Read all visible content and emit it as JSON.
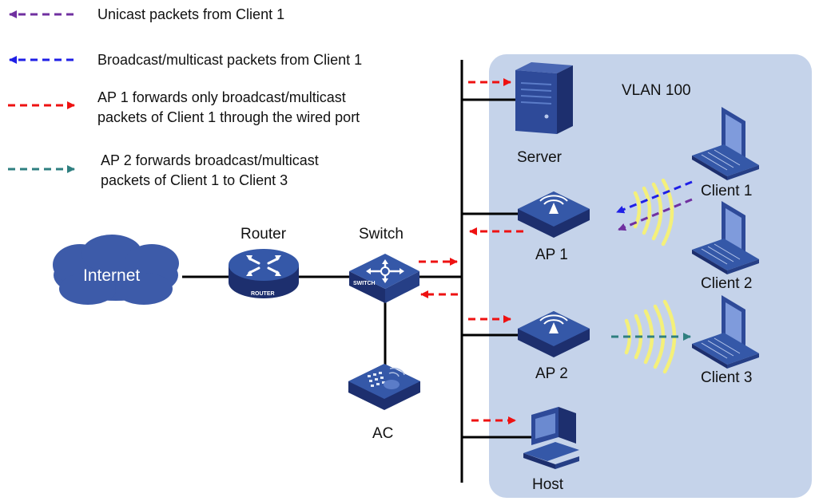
{
  "legend": [
    {
      "text_lines": [
        "Unicast packets from Client 1"
      ],
      "color": "#7030a0",
      "direction": "left"
    },
    {
      "text_lines": [
        "Broadcast/multicast packets from Client 1"
      ],
      "color": "#1f1fe6",
      "direction": "left"
    },
    {
      "text_lines": [
        "AP 1 forwards only broadcast/multicast",
        "packets of Client 1 through the wired port"
      ],
      "color": "#ee1111",
      "direction": "right"
    },
    {
      "text_lines": [
        "AP 2 forwards  broadcast/multicast",
        "packets of Client 1 to Client 3"
      ],
      "color": "#2f7f80",
      "direction": "right"
    }
  ],
  "vlan_label": "VLAN 100",
  "nodes": {
    "internet": "Internet",
    "router": "Router",
    "router_badge": "ROUTER",
    "switch": "Switch",
    "switch_badge": "SWITCH",
    "ac": "AC",
    "server": "Server",
    "ap1": "AP 1",
    "ap2": "AP 2",
    "host": "Host",
    "client1": "Client 1",
    "client2": "Client 2",
    "client3": "Client 3"
  },
  "colors": {
    "vlan_fill": "#c5d3ea",
    "device_blue": "#2e4a99",
    "device_dark": "#1d2f6e",
    "cloud": "#3d5ba9",
    "wifi_wave": "#f4f07a",
    "unicast": "#7030a0",
    "broadcast": "#1f1fe6",
    "wired_forward": "#ee1111",
    "wireless_forward": "#2f7f80"
  }
}
